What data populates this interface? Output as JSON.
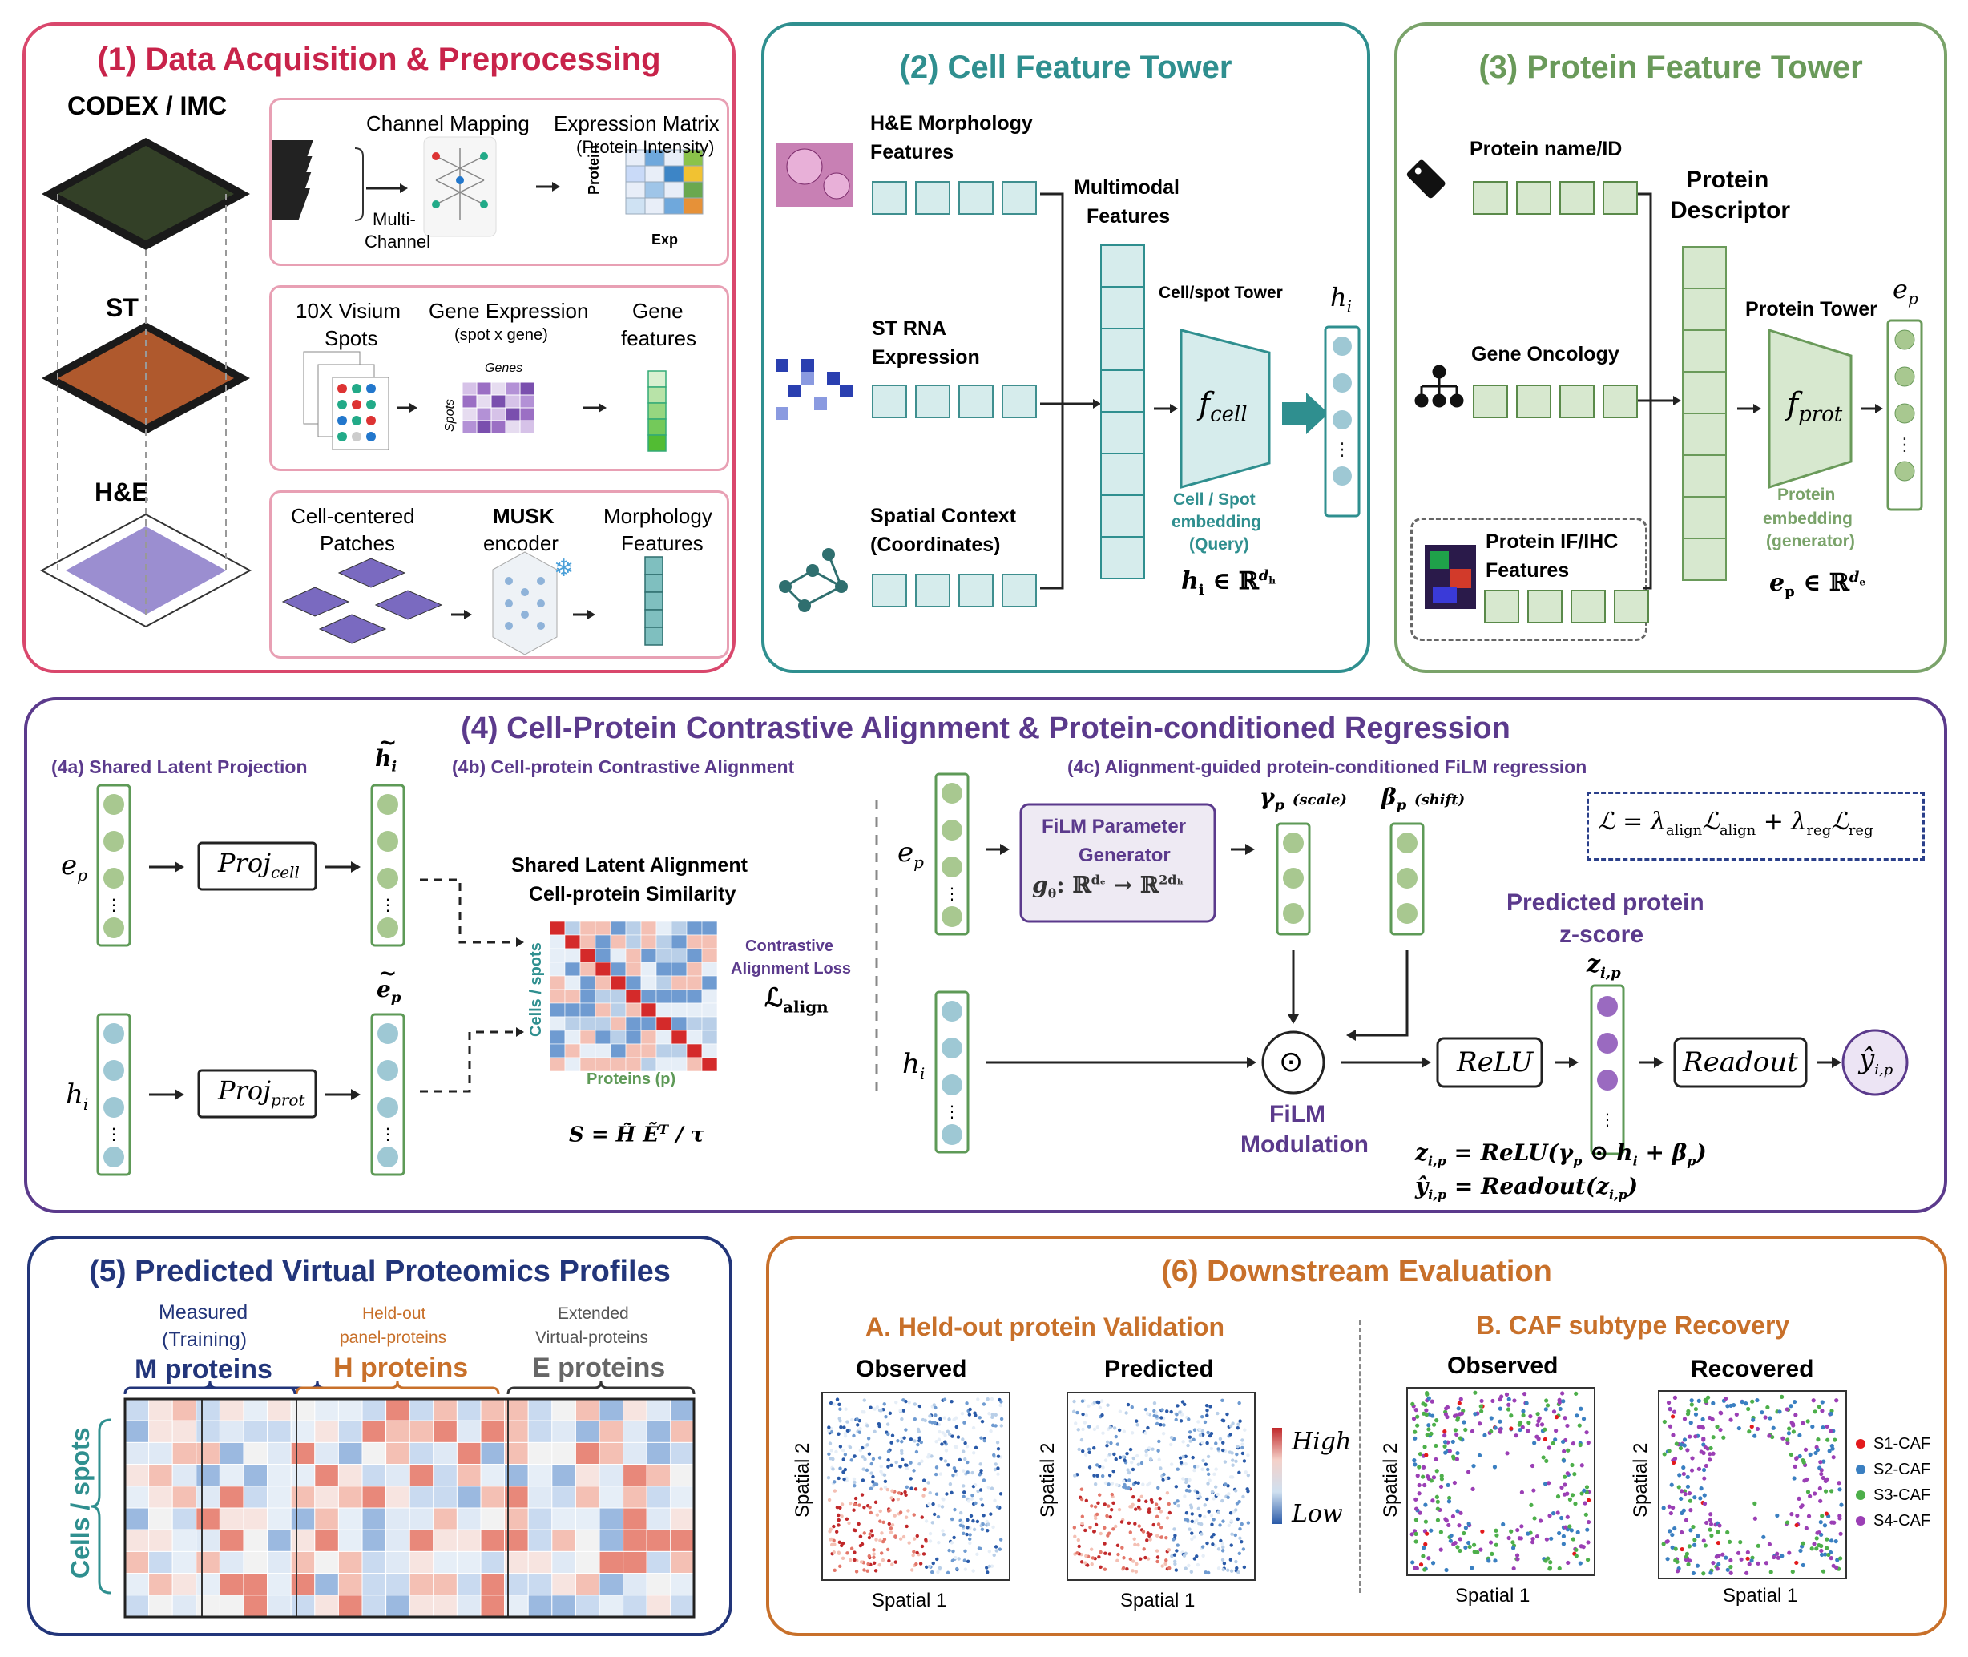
{
  "p1": {
    "title": "(1) Data Acquisition & Preprocessing",
    "codex": "CODEX / IMC",
    "st": "ST",
    "he": "H&E",
    "channel_mapping": "Channel Mapping",
    "expression_matrix": "Expression Matrix",
    "protein_intensity": "(Protein Intensity)",
    "multi_channel_1": "Multi-",
    "multi_channel_2": "Channel",
    "protein_axis": "Protein",
    "exp_axis": "Exp",
    "visium_1": "10X Visium",
    "visium_2": "Spots",
    "gene_expr_1": "Gene Expression",
    "gene_expr_2": "(spot x gene)",
    "genes_label": "Genes",
    "spots_label": "Spots",
    "gene_feat_1": "Gene",
    "gene_feat_2": "features",
    "patches_1": "Cell-centered",
    "patches_2": "Patches",
    "musk_1": "MUSK",
    "musk_2": "encoder",
    "morph_1": "Morphology",
    "morph_2": "Features"
  },
  "p2": {
    "title": "(2) Cell Feature Tower",
    "he_1": "H&E Morphology",
    "he_2": "Features",
    "st_1": "ST RNA",
    "st_2": "Expression",
    "sp_1": "Spatial Context",
    "sp_2": "(Coordinates)",
    "mm_1": "Multimodal",
    "mm_2": "Features",
    "tower": "Cell/spot Tower",
    "fcell": "f",
    "fcell_sub": "cell",
    "hi": "h",
    "hi_sub": "i",
    "emb_1": "Cell / Spot",
    "emb_2": "embedding",
    "emb_3": "(Query)",
    "hi_space": "h",
    "hi_space_sub": "i",
    "hi_space_rest": " ∈ ℝ",
    "hi_space_sup": "d",
    "hi_space_sup_sub": "h"
  },
  "p3": {
    "title": "(3) Protein Feature Tower",
    "name": "Protein name/ID",
    "go": "Gene Oncology",
    "if_1": "Protein IF/IHC",
    "if_2": "Features",
    "desc_1": "Protein",
    "desc_2": "Descriptor",
    "tower": "Protein Tower",
    "fprot": "f",
    "fprot_sub": "prot",
    "ep": "e",
    "ep_sub": "p",
    "emb_1": "Protein",
    "emb_2": "embedding",
    "emb_3": "(generator)",
    "ep_space": "e",
    "ep_space_sub": "p",
    "ep_space_rest": " ∈ ℝ",
    "ep_space_sup": "d",
    "ep_space_sup_sub": "e"
  },
  "p4": {
    "title": "(4) Cell-Protein Contrastive Alignment & Protein-conditioned Regression",
    "a": "(4a) Shared Latent Projection",
    "b": "(4b) Cell-protein Contrastive Alignment",
    "c": "(4c) Alignment-guided protein-conditioned FiLM regression",
    "ep": "e",
    "ep_sub": "p",
    "hi": "h",
    "hi_sub": "i",
    "proj_cell": "Proj",
    "proj_cell_sub": "cell",
    "proj_prot": "Proj",
    "proj_prot_sub": "prot",
    "htilde": "h",
    "htilde_sub": "i",
    "etilde": "e",
    "etilde_sub": "p",
    "sla_1": "Shared Latent Alignment",
    "sla_2": "Cell-protein Similarity",
    "cells_axis": "Cells / spots",
    "prot_axis": "Proteins (p)",
    "loss_1": "Contrastive",
    "loss_2": "Alignment Loss",
    "loss_sym": "ℒ",
    "loss_sub": "align",
    "sim_formula": "S = H̃ Ẽ",
    "sim_sup": "T",
    "sim_tail": "  /  τ",
    "film_1": "FiLM Parameter",
    "film_2": "Generator",
    "film_3": "g",
    "film_3_sub": "θ",
    "film_3_rest": ": ℝ",
    "film_3_sup": "dₑ",
    "film_3_rest2": " → ℝ",
    "film_3_sup2": "2dₕ",
    "gamma": "γ",
    "gamma_sub": "p",
    "gamma_note": "(scale)",
    "beta": "β",
    "beta_sub": "p",
    "beta_note": "(shift)",
    "total_loss": "ℒ = λ",
    "tl_sub1": "align",
    "tl_mid": "ℒ",
    "tl_sub2": "align",
    "tl_plus": " + λ",
    "tl_sub3": "reg",
    "tl_mid2": "ℒ",
    "tl_sub4": "reg",
    "pred_1": "Predicted protein",
    "pred_2": "z-score",
    "z": "z",
    "z_sub": "i,p",
    "relu": "ReLU",
    "readout": "Readout",
    "yhat": "ŷ",
    "yhat_sub": "i,p",
    "odot": "⊙",
    "film_mod_1": "FiLM",
    "film_mod_2": "Modulation",
    "eq1": "z",
    "eq1_sub": "i,p",
    "eq1_rest": " = ReLU(γ",
    "eq1_s2": "p",
    "eq1_r2": " ⊙ h",
    "eq1_s3": "i",
    "eq1_r3": " + β",
    "eq1_s4": "p",
    "eq1_r4": ")",
    "eq2": "ŷ",
    "eq2_sub": "i,p",
    "eq2_rest": " = Readout(z",
    "eq2_s2": "i,p",
    "eq2_r2": ")"
  },
  "p5": {
    "title": "(5) Predicted Virtual Proteomics Profiles",
    "m_1": "Measured",
    "m_2": "(Training)",
    "m_3": "M proteins",
    "h_1": "Held-out",
    "h_2": "panel-proteins",
    "h_3": "H proteins",
    "e_1": "Extended",
    "e_2": "Virtual-proteins",
    "e_3": "E proteins",
    "cells": "Cells / spots"
  },
  "p6": {
    "title": "(6) Downstream Evaluation",
    "a": "A. Held-out protein Validation",
    "b": "B. CAF subtype Recovery",
    "observed": "Observed",
    "predicted": "Predicted",
    "observed_b": "Observed",
    "recovered": "Recovered",
    "sp1": "Spatial 1",
    "sp2": "Spatial 2",
    "high": "High",
    "low": "Low",
    "legend": [
      "S1-CAF",
      "S2-CAF",
      "S3-CAF",
      "S4-CAF"
    ],
    "legend_colors": [
      "#e31a1c",
      "#3a7fc1",
      "#4daf4a",
      "#9b3fb5"
    ]
  },
  "colors": {
    "p1": "#d9476c",
    "p2": "#2f8f8f",
    "p3": "#7aa36a",
    "p4": "#5b3a8c",
    "p5": "#22357a",
    "p6": "#c8702a"
  }
}
